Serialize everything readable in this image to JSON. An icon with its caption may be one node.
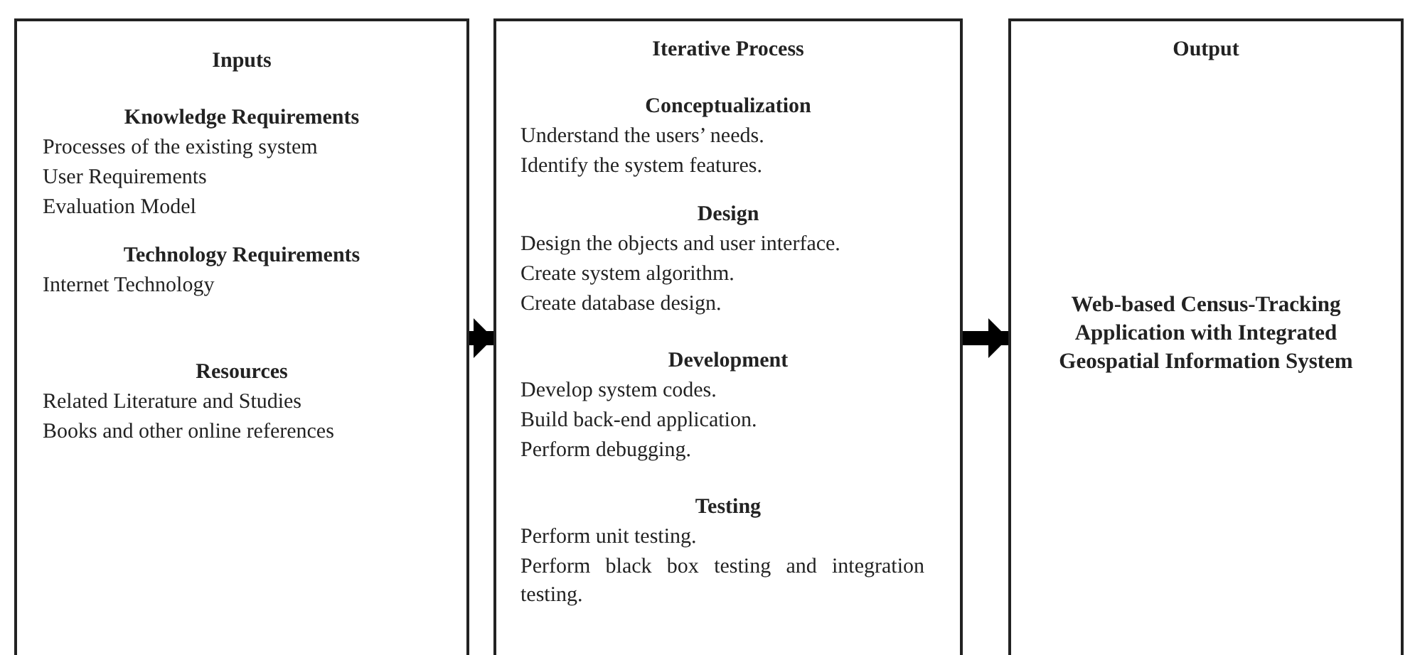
{
  "diagram": {
    "nodes": [
      {
        "text": [
          "Inputs",
          "Knowledge Requirements",
          "Processes of the existing system",
          "User Requirements",
          "Evaluation Model",
          "Technology Requirements",
          "Internet Technology",
          "Resources",
          "Related Literature and Studies",
          "Books and other online references"
        ]
      },
      {
        "text": [
          "Iterative Process",
          "Conceptualization",
          "Understand the users’ needs.",
          "Identify the system features.",
          "Design",
          "Design the objects and user interface.",
          "Create system algorithm.",
          "Create database design.",
          "Development",
          "Develop system codes.",
          "Build back-end application.",
          "Perform debugging.",
          "Testing",
          "Perform unit testing.",
          "Perform black box testing and integration testing."
        ]
      },
      {
        "text": [
          "Output",
          "Web-based Census-Tracking Application with Integrated Geospatial Information System"
        ]
      }
    ],
    "edges": [
      {
        "from": 0,
        "to": 1,
        "arrow": "to"
      },
      {
        "from": 1,
        "to": 2,
        "arrow": "to"
      }
    ]
  }
}
